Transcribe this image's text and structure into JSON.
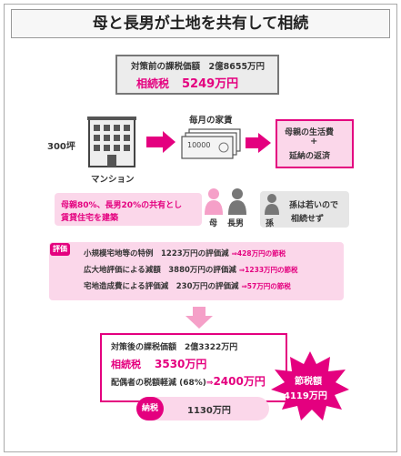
{
  "title": "母と長男が土地を共有して相続",
  "before": {
    "line1": "対策前の課税価額　2億8655万円",
    "tax_label": "相続税",
    "tax_value": "5249万円"
  },
  "left": {
    "area": "300坪",
    "building_label": "マンション"
  },
  "rent": {
    "label": "毎月の家賃",
    "note": "10000"
  },
  "mother_use": {
    "line1": "母親の生活費",
    "plus": "+",
    "line2": "延納の返済"
  },
  "share": {
    "text1": "母親80%、長男20%の共有とし",
    "text2": "賃貸住宅を建築",
    "person1": "母",
    "person2": "長男",
    "grandchild": "孫",
    "grand_text1": "孫は若いので",
    "grand_text2": "相続せず"
  },
  "eval": {
    "badge": "評価",
    "rows": [
      {
        "main": "小規模宅地等の特例　1223万円の評価減",
        "sub": "⇒428万円の節税"
      },
      {
        "main": "広大地評価による減額　3880万円の評価減",
        "sub": "⇒1233万円の節税"
      },
      {
        "main": "宅地造成費による評価減　230万円の評価減",
        "sub": "⇒57万円の節税"
      }
    ]
  },
  "after": {
    "line1": "対策後の課税価額　2億3322万円",
    "tax_label": "相続税",
    "tax_value": "3530万円",
    "spouse": "配偶者の税額軽減 (68%)",
    "spouse_arrow": "⇒",
    "spouse_value": "2400万円"
  },
  "payment": {
    "badge": "納税",
    "value": "1130万円"
  },
  "saving": {
    "label": "節税額",
    "value": "4119万円"
  },
  "colors": {
    "accent": "#e4007f",
    "light": "#fbd7ea"
  }
}
